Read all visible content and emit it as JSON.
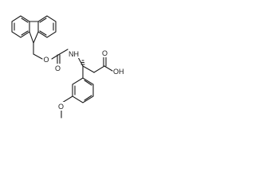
{
  "molecule": {
    "labels": {
      "ester_o": "O",
      "carbonyl_o": "O",
      "nh": "NH",
      "acid_o": "O",
      "acid_oh": "OH",
      "methoxy_o": "O"
    }
  }
}
